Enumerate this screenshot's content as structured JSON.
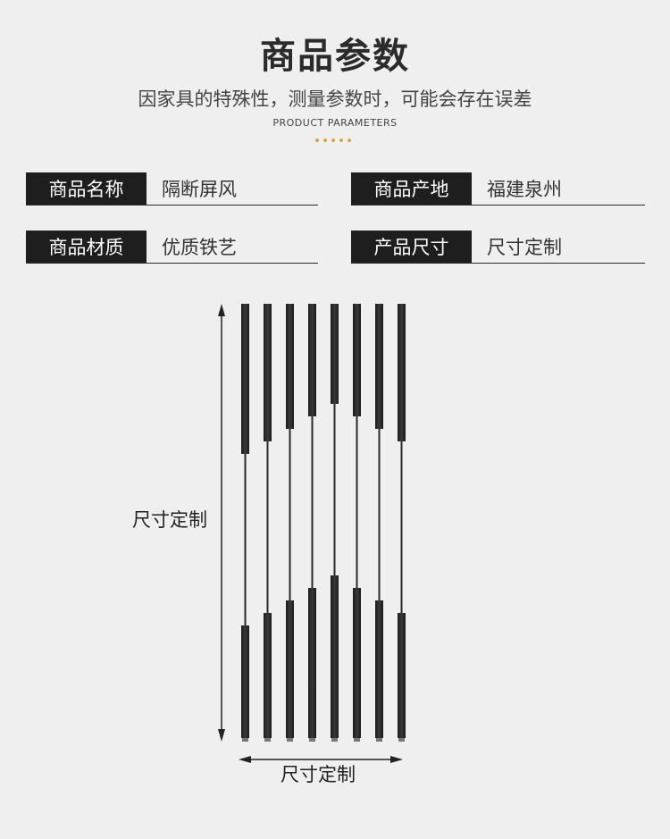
{
  "header": {
    "title": "商品参数",
    "subtitle": "因家具的特殊性，测量参数时，可能会存在误差",
    "en_title": "PRODUCT PARAMETERS",
    "accent_color": "#e2a23c"
  },
  "params": [
    {
      "label": "商品名称",
      "value": "隔断屏风"
    },
    {
      "label": "商品产地",
      "value": "福建泉州"
    },
    {
      "label": "商品材质",
      "value": "优质铁艺"
    },
    {
      "label": "产品尺寸",
      "value": "尺寸定制"
    }
  ],
  "diagram": {
    "height_label": "尺寸定制",
    "width_label": "尺寸定制",
    "bar_color": "#2a2a2a",
    "bar_count": 8
  }
}
